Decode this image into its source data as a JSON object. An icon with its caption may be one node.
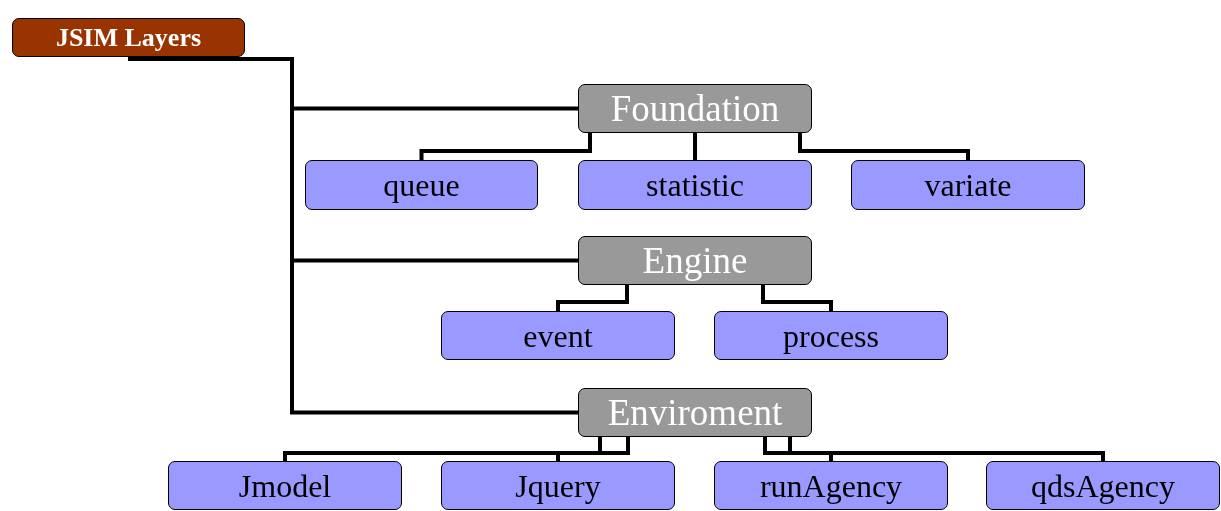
{
  "diagram": {
    "nodes": [
      {
        "text": [
          "JSIM Layers"
        ]
      },
      {
        "text": [
          "Foundation"
        ]
      },
      {
        "text": [
          "queue"
        ]
      },
      {
        "text": [
          "statistic"
        ]
      },
      {
        "text": [
          "variate"
        ]
      },
      {
        "text": [
          "Engine"
        ]
      },
      {
        "text": [
          "event"
        ]
      },
      {
        "text": [
          "process"
        ]
      },
      {
        "text": [
          "Enviroment"
        ]
      },
      {
        "text": [
          "Jmodel"
        ]
      },
      {
        "text": [
          "Jquery"
        ]
      },
      {
        "text": [
          "runAgency"
        ]
      },
      {
        "text": [
          "qdsAgency"
        ]
      }
    ],
    "edges": [
      {
        "from": 0,
        "to": 1,
        "arrow": "none"
      },
      {
        "from": 0,
        "to": 5,
        "arrow": "none"
      },
      {
        "from": 0,
        "to": 8,
        "arrow": "none"
      },
      {
        "from": 1,
        "to": 2,
        "arrow": "none"
      },
      {
        "from": 1,
        "to": 3,
        "arrow": "none"
      },
      {
        "from": 1,
        "to": 4,
        "arrow": "none"
      },
      {
        "from": 5,
        "to": 6,
        "arrow": "none"
      },
      {
        "from": 5,
        "to": 7,
        "arrow": "none"
      },
      {
        "from": 8,
        "to": 9,
        "arrow": "none"
      },
      {
        "from": 8,
        "to": 10,
        "arrow": "none"
      },
      {
        "from": 8,
        "to": 11,
        "arrow": "none"
      },
      {
        "from": 8,
        "to": 12,
        "arrow": "none"
      }
    ]
  }
}
